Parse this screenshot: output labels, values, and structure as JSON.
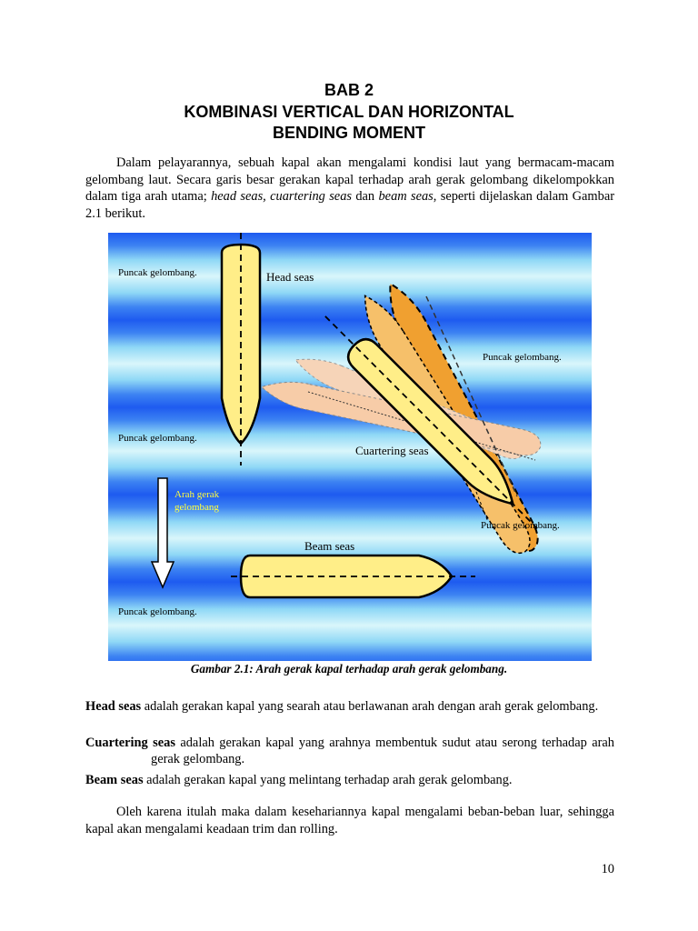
{
  "heading": {
    "line1": "BAB 2",
    "line2": "KOMBINASI VERTICAL DAN HORIZONTAL",
    "line3": "BENDING MOMENT"
  },
  "intro": {
    "text_before_terms": "Dalam pelayarannya, sebuah kapal akan mengalami kondisi laut yang bermacam-macam gelombang laut. Secara garis besar gerakan kapal terhadap arah gerak gelombang dikelompokkan dalam tiga arah utama; ",
    "terms_italic": "head seas, cuartering seas",
    "conjunction": " dan ",
    "term3_italic": "beam seas",
    "text_after_terms": ", seperti dijelaskan dalam Gambar 2.1 berikut."
  },
  "figure": {
    "labels": {
      "wave_crest_top_left": "Puncak gelombang.",
      "head_seas": "Head seas",
      "wave_crest_right": "Puncak gelombang.",
      "wave_crest_mid_left": "Puncak gelombang.",
      "cuartering_seas": "Cuartering seas",
      "arrow_label_1": "Arah gerak",
      "arrow_label_2": "gelombang",
      "wave_crest_lower_right": "Puncak gelombang.",
      "beam_seas": "Beam seas",
      "wave_crest_bottom_left": "Puncak gelombang."
    },
    "colors": {
      "hull_yellow": "#ffee88",
      "ghost_orange": "#f2a030",
      "ghost_peach": "#f6cfae",
      "arrow_label_color": "#ffff40"
    },
    "caption": "Gambar 2.1: Arah gerak kapal terhadap arah gerak gelombang."
  },
  "definitions": [
    {
      "term": "Head seas",
      "text": " adalah gerakan kapal yang searah atau berlawanan arah dengan arah gerak gelombang."
    },
    {
      "term": "Cuartering seas",
      "text": " adalah gerakan kapal yang arahnya membentuk sudut atau serong terhadap arah gerak gelombang."
    },
    {
      "term": "Beam seas",
      "text": " adalah gerakan kapal yang melintang terhadap arah gerak gelombang."
    }
  ],
  "conclusion": "Oleh karena itulah maka dalam kesehariannya kapal mengalami beban-beban luar, sehingga kapal akan mengalami keadaan trim dan rolling.",
  "page_number": "10"
}
